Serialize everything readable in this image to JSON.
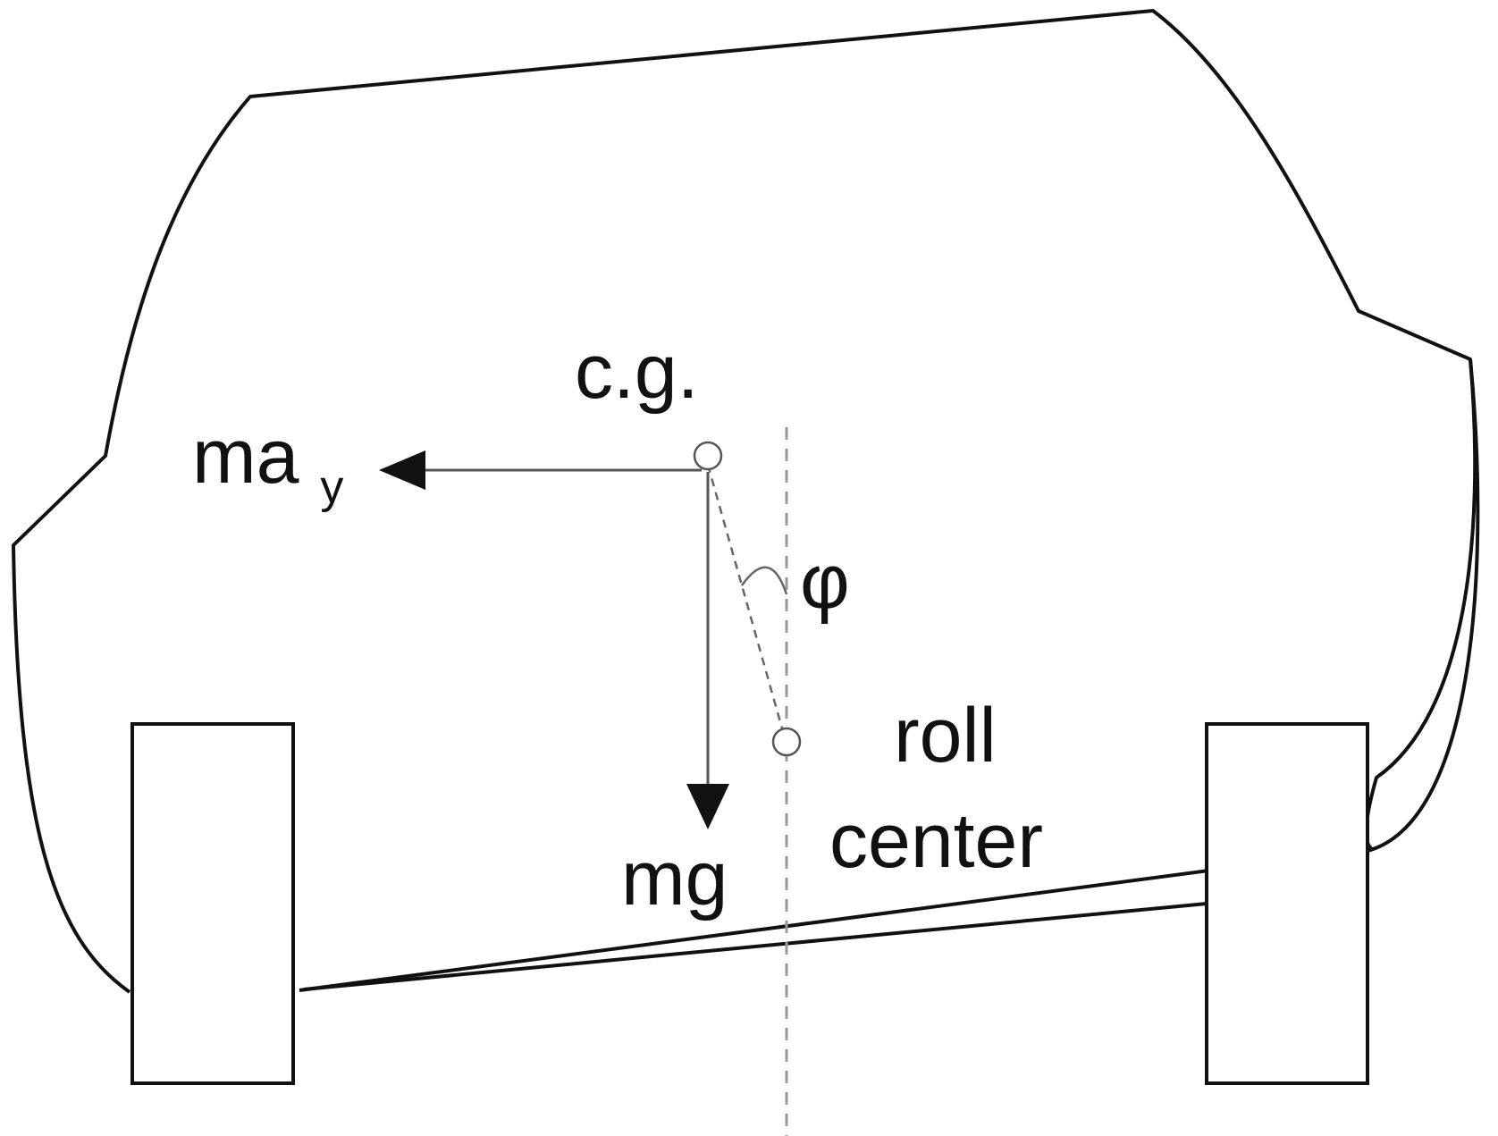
{
  "labels": {
    "cg": "c.g.",
    "lateral_force_main": "ma",
    "lateral_force_sub": "y",
    "weight": "mg",
    "angle": "φ",
    "roll_center_line1": "roll",
    "roll_center_line2": "center"
  },
  "colors": {
    "outline": "#111111",
    "reference_line": "#999999",
    "background": "#ffffff"
  }
}
